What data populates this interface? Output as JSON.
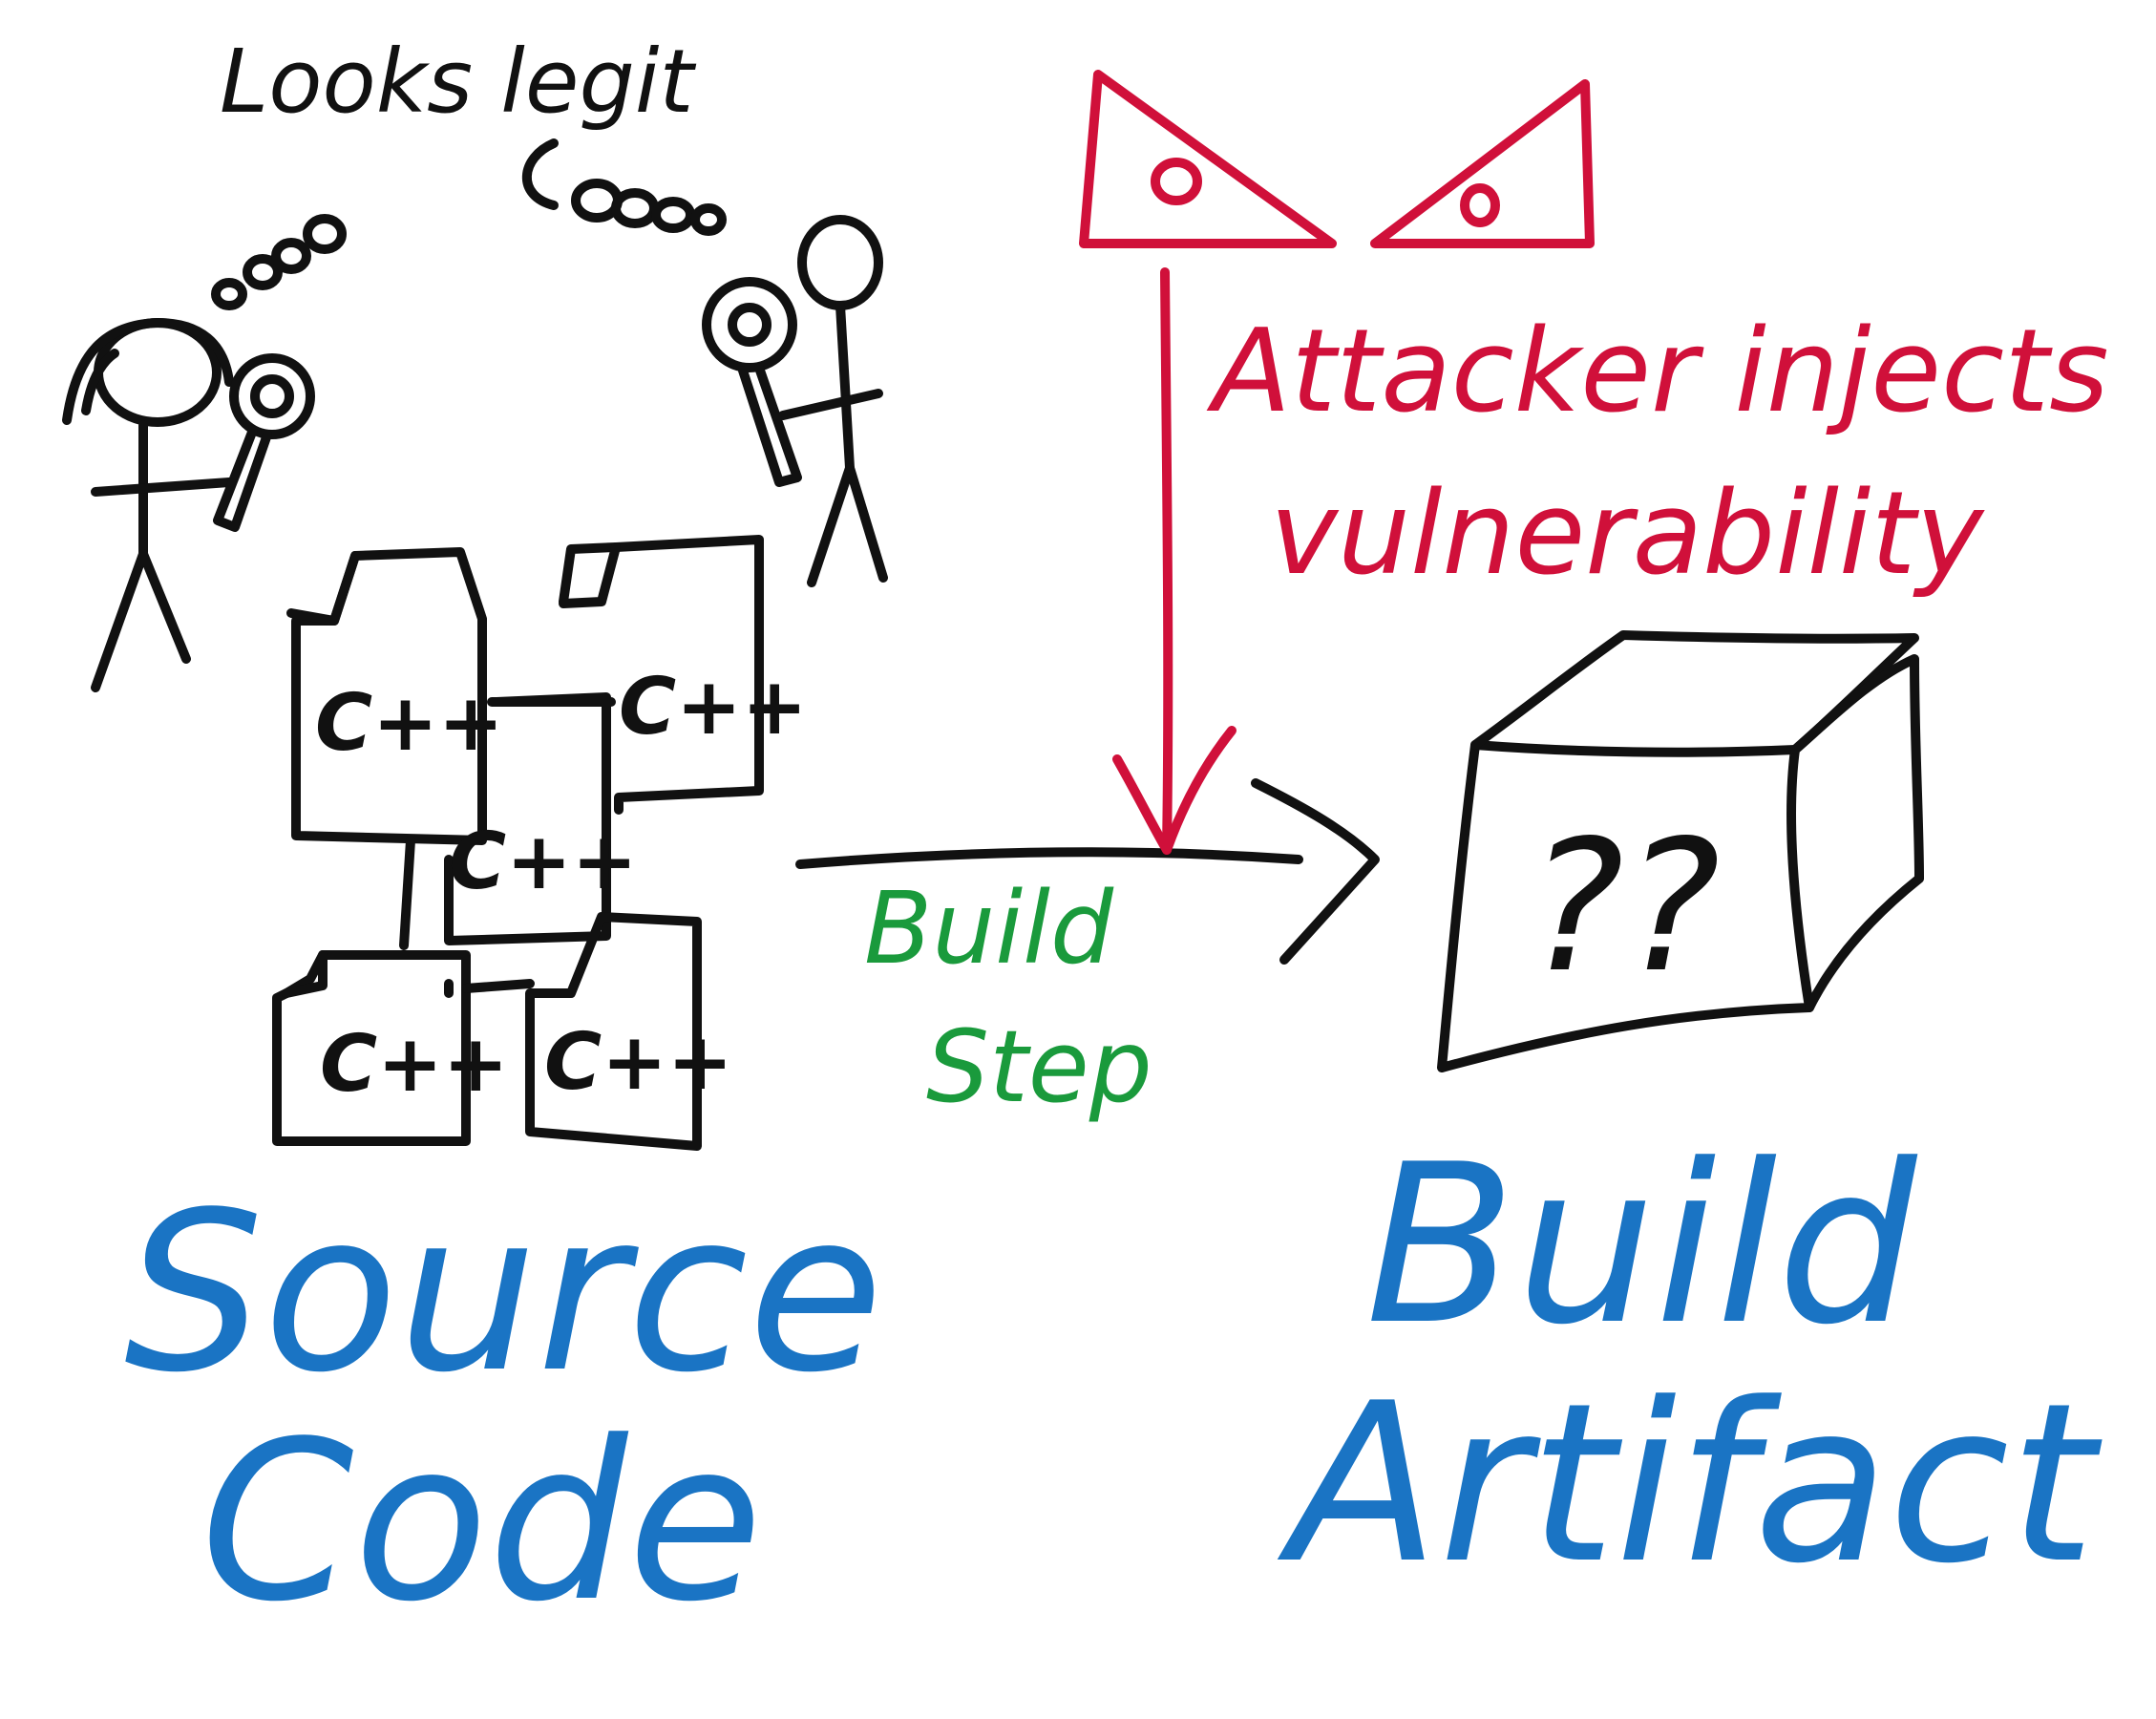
{
  "thought": {
    "text": "Looks legit"
  },
  "attacker": {
    "line1": "Attacker injects",
    "line2": "vulnerability"
  },
  "build_step": {
    "line1": "Build",
    "line2": "Step"
  },
  "source": {
    "line1": "Source",
    "line2": "Code",
    "file_label": "C++"
  },
  "artifact": {
    "line1": "Build",
    "line2": "Artifact",
    "contents": "??"
  },
  "colors": {
    "ink": "#111111",
    "attacker_red": "#d0103a",
    "label_blue": "#1a74c4",
    "build_green": "#1a9a3c"
  },
  "icons": {
    "people": "stick-figures-with-magnifying-glasses",
    "attacker": "evil-eyes-icon",
    "files": "cpp-file-icons",
    "artifact": "box-icon"
  }
}
